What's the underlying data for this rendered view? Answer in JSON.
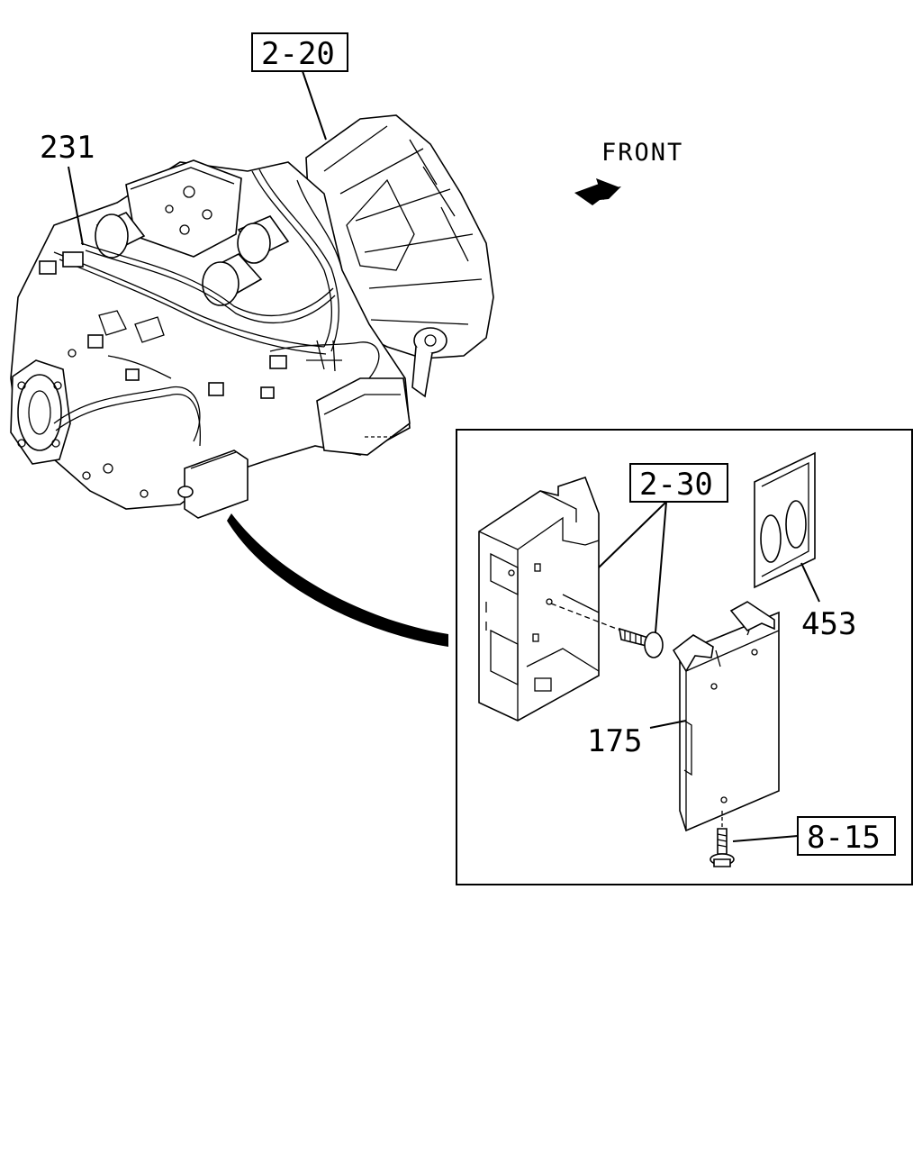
{
  "callouts": {
    "ref_2_20": "2-20",
    "ref_2_30": "2-30",
    "ref_8_15": "8-15",
    "part_231": "231",
    "part_453": "453",
    "part_175": "175"
  },
  "direction_label": "FRONT",
  "colors": {
    "line": "#000000",
    "background": "#ffffff"
  },
  "icons": {
    "front_arrow": "arrow-right-icon"
  }
}
